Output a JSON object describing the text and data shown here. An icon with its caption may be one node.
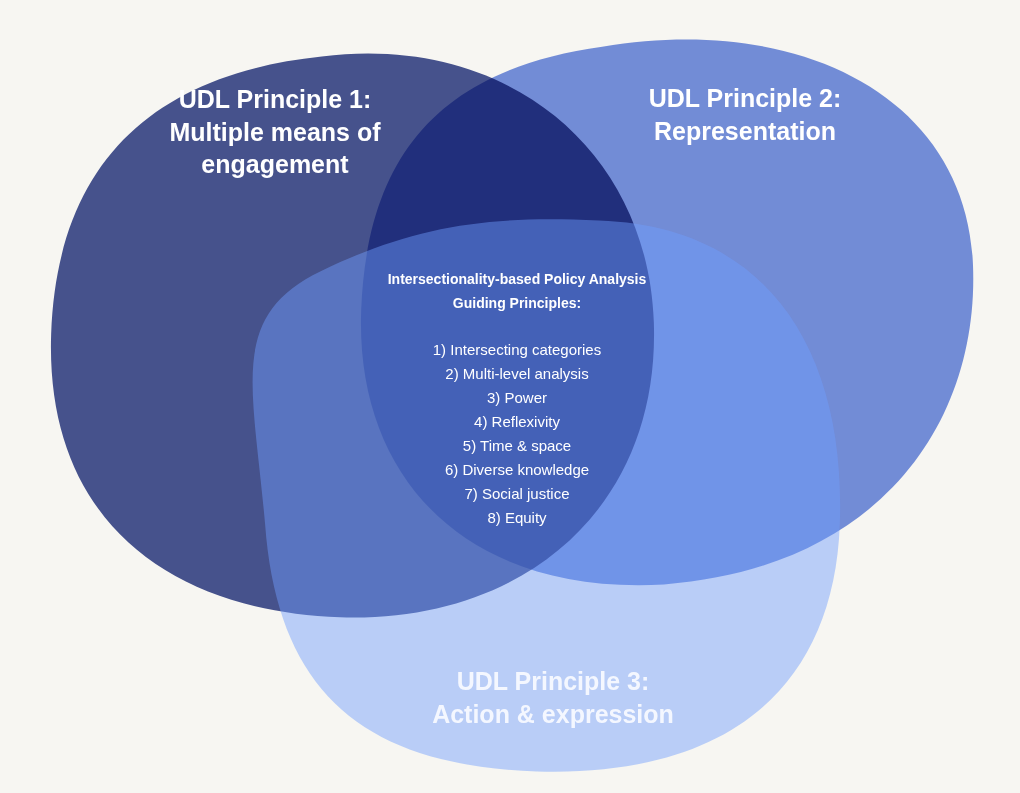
{
  "diagram": {
    "nodes": [
      {
        "text": [
          "UDL Principle 1: Multiple means of engagement"
        ]
      },
      {
        "text": [
          "UDL Principle 2: Representation"
        ]
      },
      {
        "text": [
          "UDL Principle 3: Action & expression"
        ]
      }
    ],
    "labels": [
      "Intersectionality-based Policy Analysis Guiding Principles:",
      "1) Intersecting categories",
      "2) Multi-level analysis",
      "3) Power",
      "4) Reflexivity",
      "5) Time & space",
      "6) Diverse knowledge",
      "7) Social justice",
      "8) Equity"
    ]
  }
}
